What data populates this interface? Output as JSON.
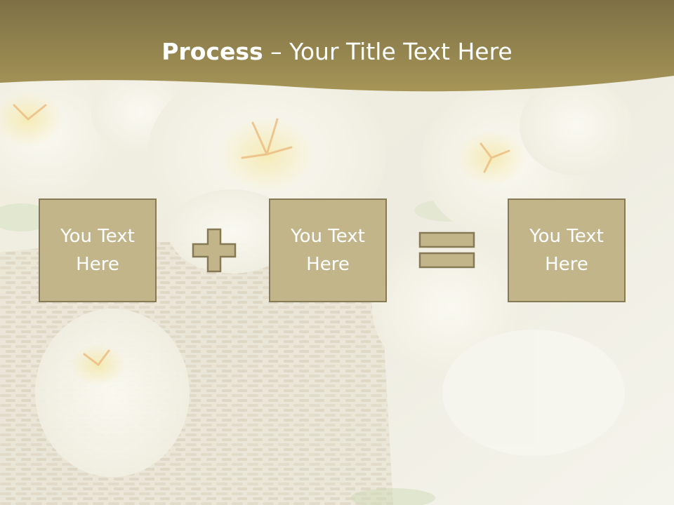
{
  "title": {
    "bold": "Process",
    "dash": " – ",
    "rest": "Your Title Text Here"
  },
  "boxes": [
    {
      "text": "You Text Here"
    },
    {
      "text": "You Text Here"
    },
    {
      "text": "You Text Here"
    }
  ],
  "operators": [
    "plus-icon",
    "equals-icon"
  ],
  "colors": {
    "band": "#8f8150",
    "box_fill": "#c2b58a",
    "box_border": "#857a55",
    "text": "#ffffff"
  }
}
